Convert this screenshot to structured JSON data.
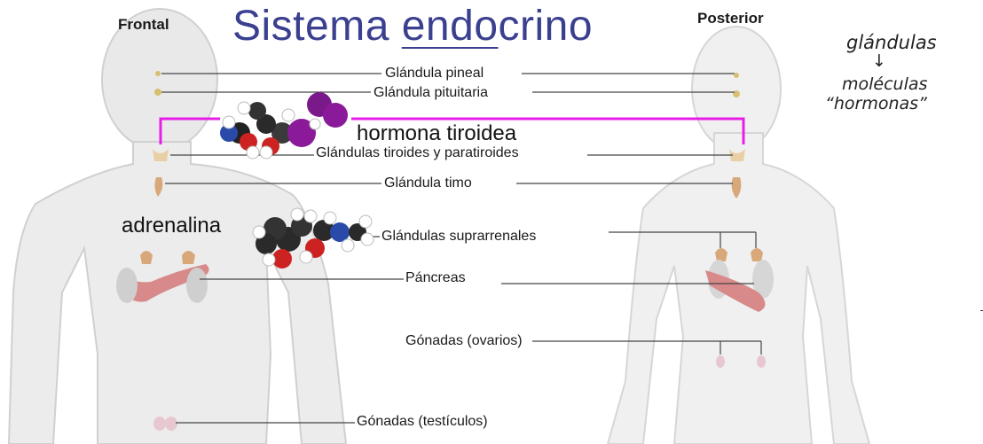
{
  "title": {
    "pre": "Sistema ",
    "underlined": "endo",
    "post": "crino"
  },
  "views": {
    "front": "Frontal",
    "back": "Posterior"
  },
  "labels": {
    "pineal": "Glándula pineal",
    "pituitary": "Glándula pituitaria",
    "thyroid": "Glándulas tiroides y paratiroides",
    "thymus": "Glándula timo",
    "adrenal": "Glándulas suprarrenales",
    "pancreas": "Páncreas",
    "ovaries": "Gónadas (ovarios)",
    "testes": "Gónadas (testículos)"
  },
  "molecules": {
    "thyroid_hormone": "hormona tiroidea",
    "adrenaline": "adrenalina"
  },
  "notes": {
    "line1": "glándulas",
    "arrow": "↓",
    "line2": "moléculas",
    "line3": "“hormonas”"
  },
  "colors": {
    "title": "#3a3f8f",
    "bracket": "#e81ee8",
    "gland": "#d8a87a",
    "pancreas": "#d88a8a"
  }
}
